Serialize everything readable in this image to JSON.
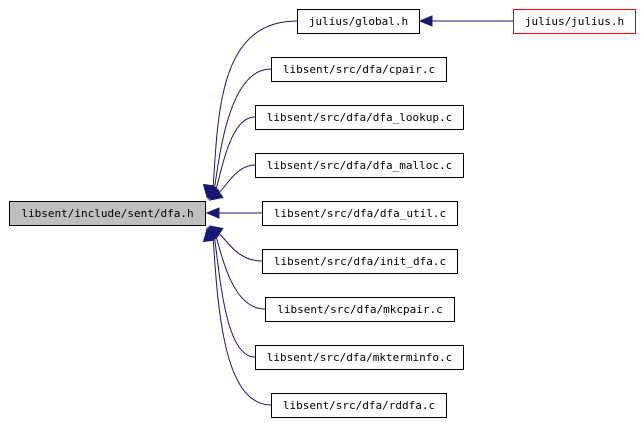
{
  "graph": {
    "nodes": [
      {
        "id": "dfa_h",
        "label": "libsent/include/sent/dfa.h",
        "kind": "root"
      },
      {
        "id": "global_h",
        "label": "julius/global.h",
        "kind": "file"
      },
      {
        "id": "julius_h",
        "label": "julius/julius.h",
        "kind": "truncated"
      },
      {
        "id": "cpair_c",
        "label": "libsent/src/dfa/cpair.c",
        "kind": "file"
      },
      {
        "id": "dfa_lookup_c",
        "label": "libsent/src/dfa/dfa_lookup.c",
        "kind": "file"
      },
      {
        "id": "dfa_malloc_c",
        "label": "libsent/src/dfa/dfa_malloc.c",
        "kind": "file"
      },
      {
        "id": "dfa_util_c",
        "label": "libsent/src/dfa/dfa_util.c",
        "kind": "file"
      },
      {
        "id": "init_dfa_c",
        "label": "libsent/src/dfa/init_dfa.c",
        "kind": "file"
      },
      {
        "id": "mkcpair_c",
        "label": "libsent/src/dfa/mkcpair.c",
        "kind": "file"
      },
      {
        "id": "mkterminfo_c",
        "label": "libsent/src/dfa/mkterminfo.c",
        "kind": "file"
      },
      {
        "id": "rddfa_c",
        "label": "libsent/src/dfa/rddfa.c",
        "kind": "file"
      }
    ],
    "edges": [
      {
        "from": "julius_h",
        "to": "global_h"
      },
      {
        "from": "global_h",
        "to": "dfa_h"
      },
      {
        "from": "cpair_c",
        "to": "dfa_h"
      },
      {
        "from": "dfa_lookup_c",
        "to": "dfa_h"
      },
      {
        "from": "dfa_malloc_c",
        "to": "dfa_h"
      },
      {
        "from": "dfa_util_c",
        "to": "dfa_h"
      },
      {
        "from": "init_dfa_c",
        "to": "dfa_h"
      },
      {
        "from": "mkcpair_c",
        "to": "dfa_h"
      },
      {
        "from": "mkterminfo_c",
        "to": "dfa_h"
      },
      {
        "from": "rddfa_c",
        "to": "dfa_h"
      }
    ]
  },
  "colors": {
    "root_fill": "#bfbfbf",
    "node_fill": "#ffffff",
    "node_border": "#000000",
    "truncated_border": "#ff0000",
    "edge": "#191970"
  }
}
